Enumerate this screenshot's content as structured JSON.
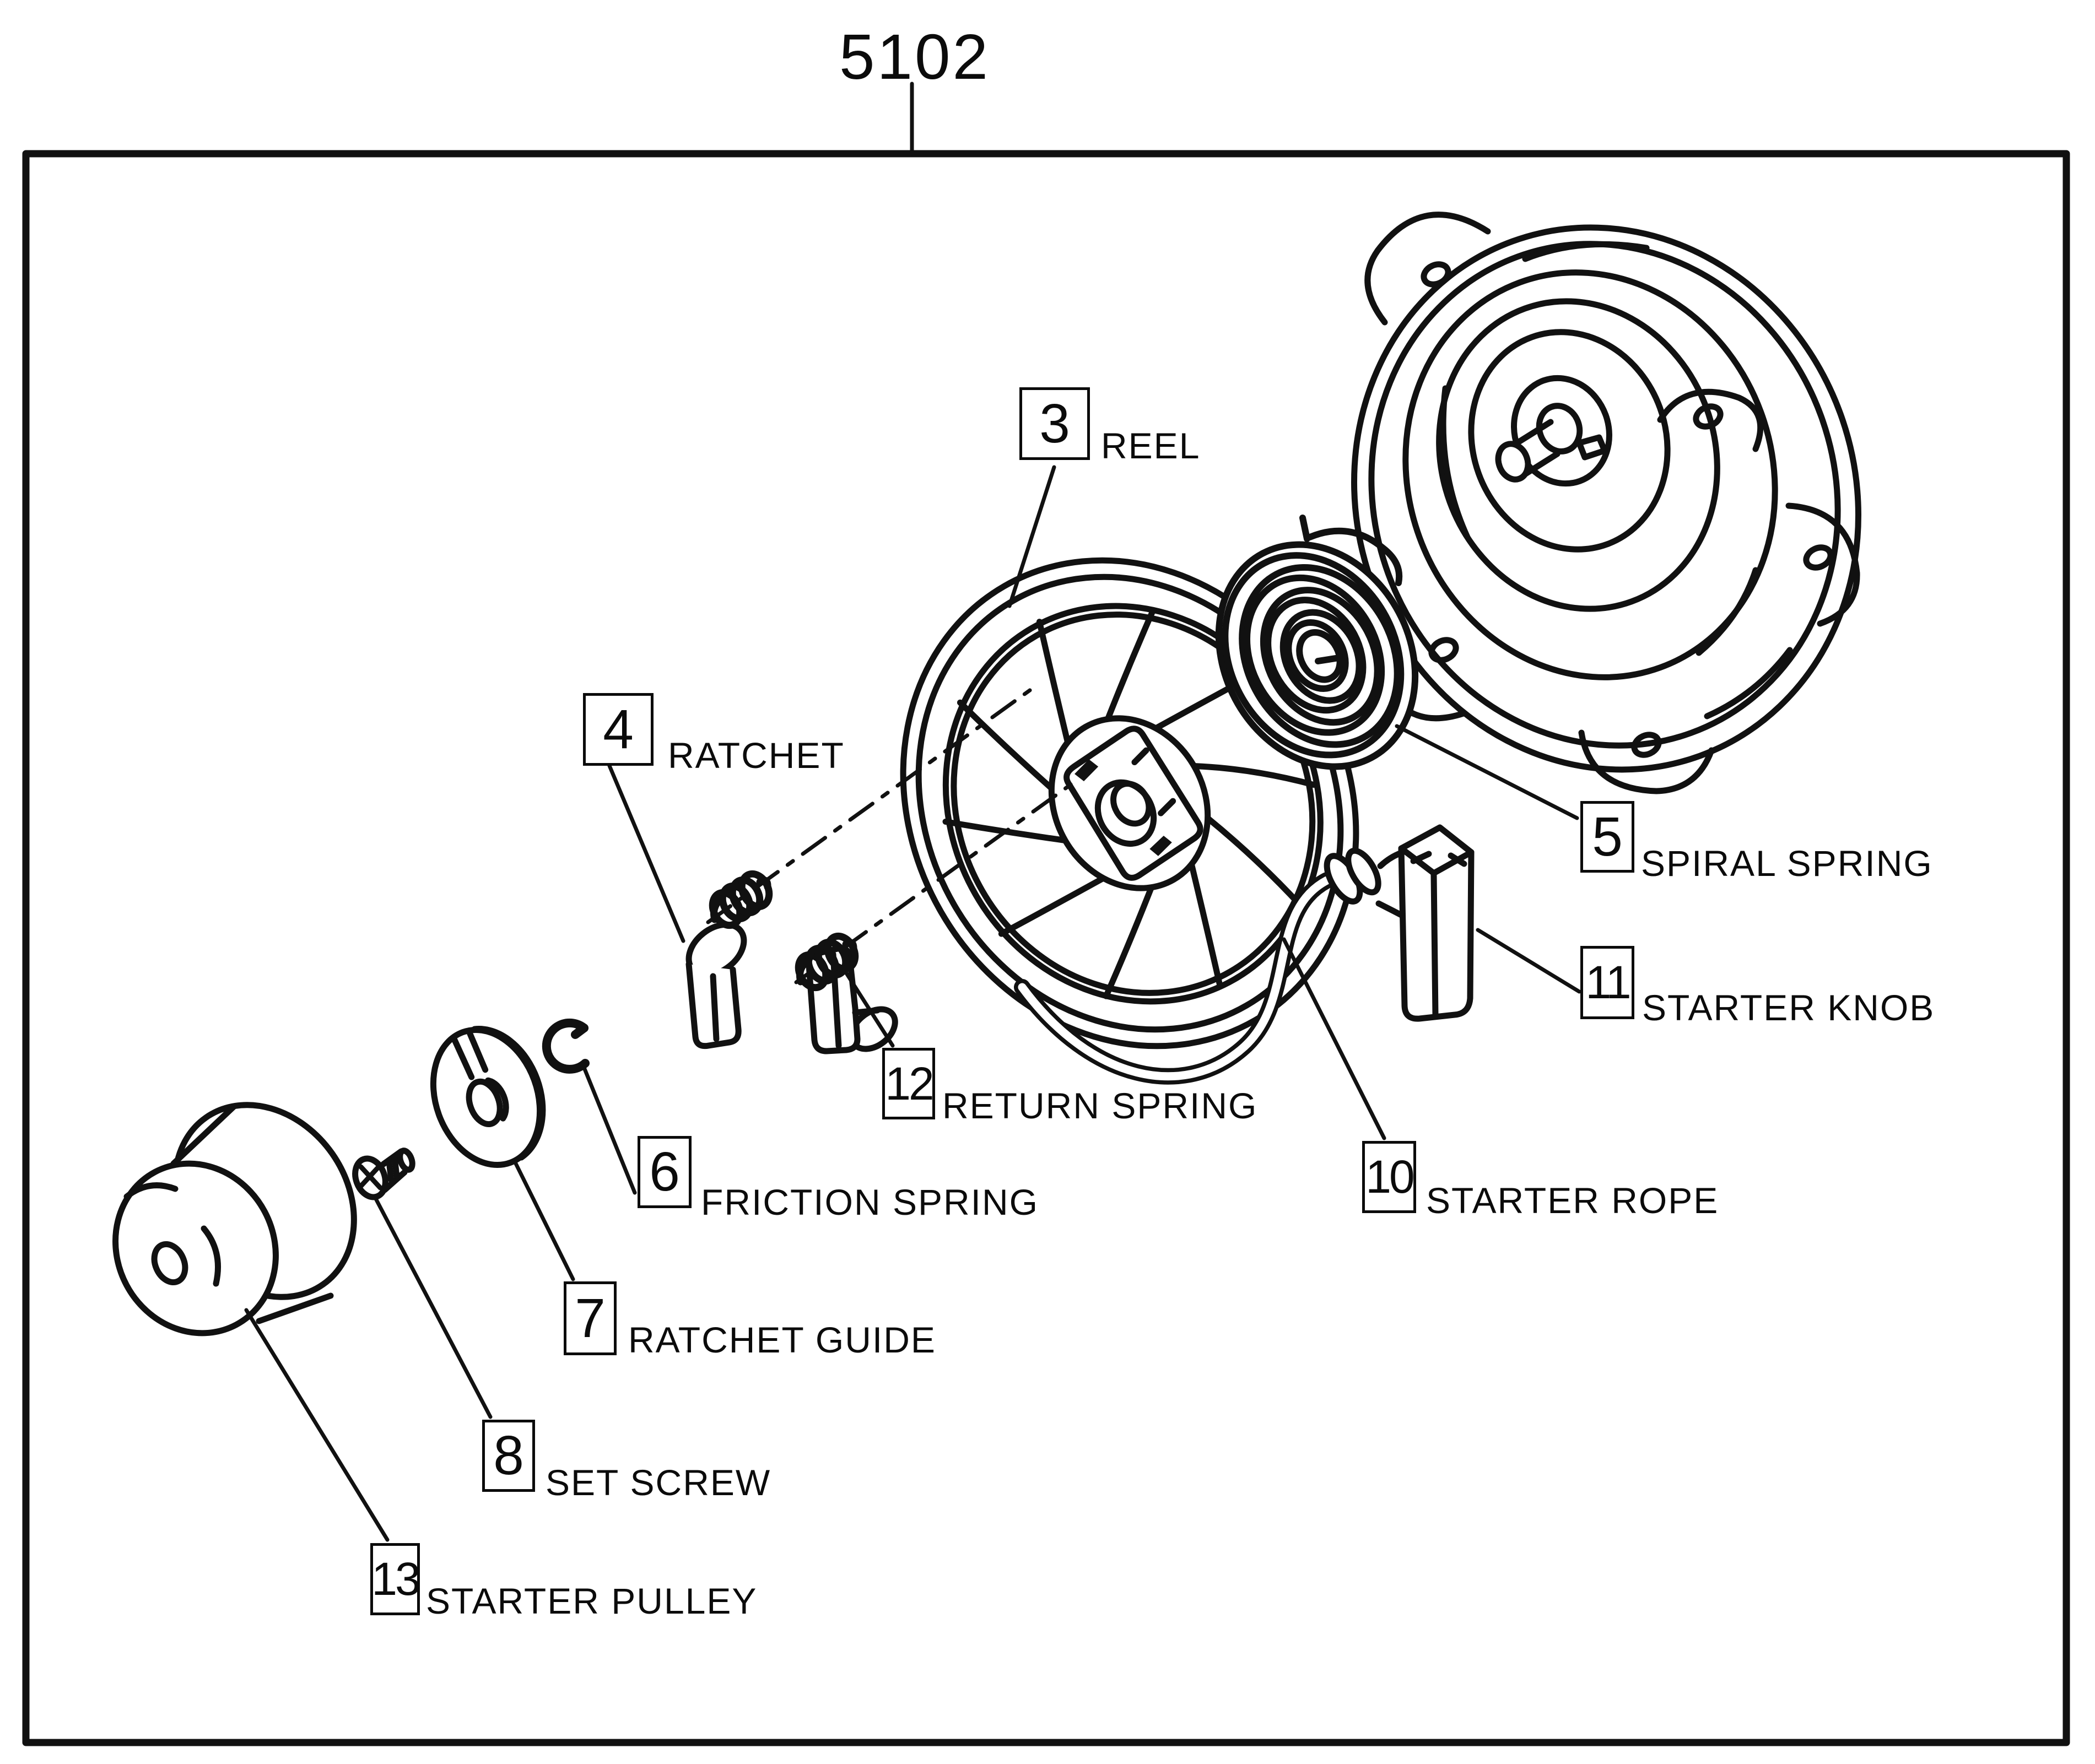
{
  "title": "5102",
  "diagram": {
    "type": "exploded-parts-diagram",
    "subject": "recoil starter assembly",
    "line_color": "#111111",
    "background": "#ffffff"
  },
  "parts": [
    {
      "number": "3",
      "name": "REEL"
    },
    {
      "number": "4",
      "name": "RATCHET"
    },
    {
      "number": "5",
      "name": "SPIRAL SPRING"
    },
    {
      "number": "6",
      "name": "FRICTION SPRING"
    },
    {
      "number": "7",
      "name": "RATCHET GUIDE"
    },
    {
      "number": "8",
      "name": "SET SCREW"
    },
    {
      "number": "10",
      "name": "STARTER ROPE"
    },
    {
      "number": "11",
      "name": "STARTER KNOB"
    },
    {
      "number": "12",
      "name": "RETURN SPRING"
    },
    {
      "number": "13",
      "name": "STARTER PULLEY"
    }
  ]
}
